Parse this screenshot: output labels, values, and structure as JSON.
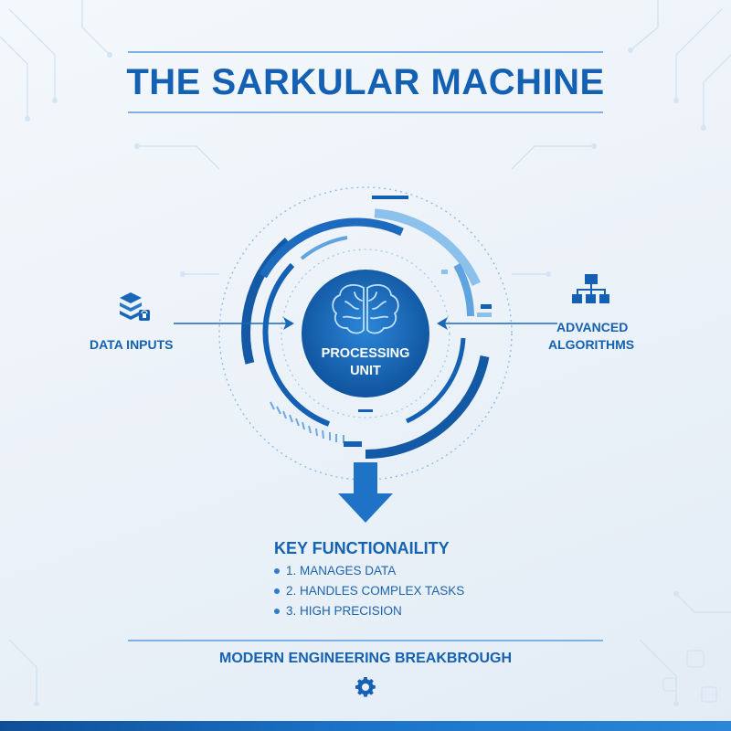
{
  "title": "THE SARKULAR MACHINE",
  "processing_unit": {
    "line1": "PROCESSING",
    "line2": "UNIT",
    "icon": "brain-icon"
  },
  "inputs": {
    "left_label": "DATA INPUTS",
    "left_icon": "database-icon",
    "right_label_line1": "ADVANCED",
    "right_label_line2": "ALGORITHMS",
    "right_icon": "hierarchy-icon"
  },
  "key_functionality": {
    "title": "KEY FUNCTIONAILITY",
    "items": [
      "1. MANAGES DATA",
      "2. HANDLES COMPLEX TASKS",
      "3. HIGH PRECISION"
    ]
  },
  "footer": {
    "text": "MODERN ENGINEERING BREAKBROUGH",
    "icon": "gear-icon"
  },
  "colors": {
    "primary": "#1462b3",
    "dark_blue": "#0e4e96",
    "light_blue": "#8cc1ec",
    "accent_light": "#bcdaf4",
    "bar": "#1a6fc4"
  }
}
